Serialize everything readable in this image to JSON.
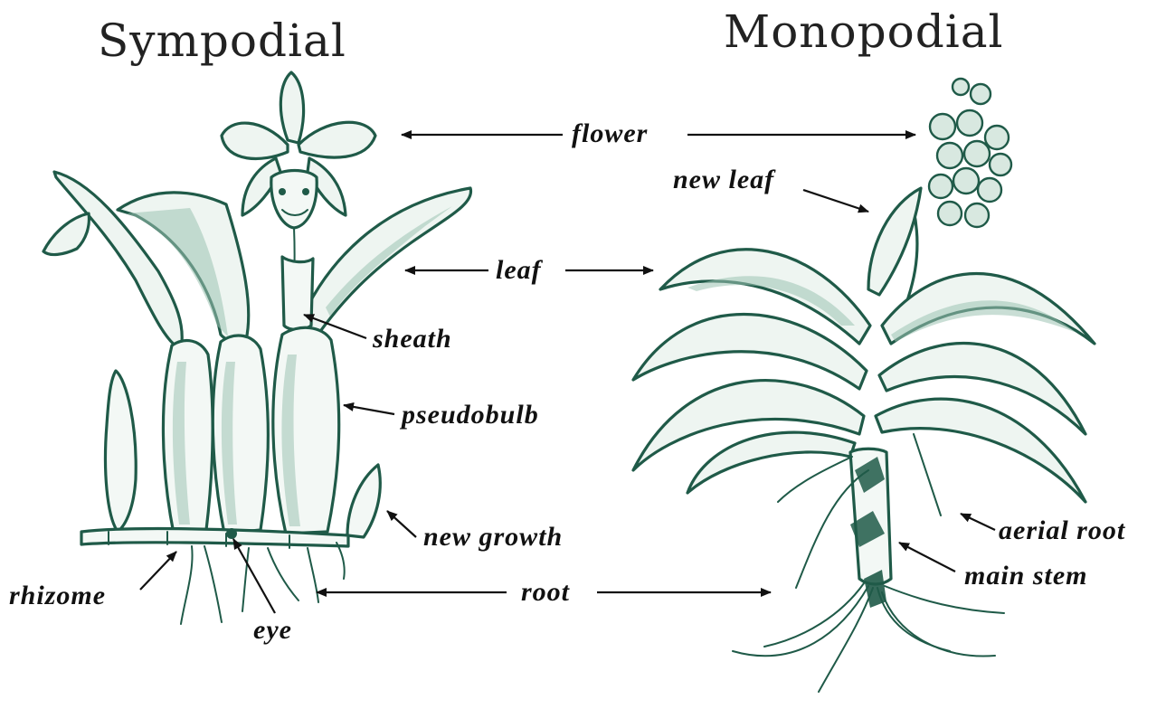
{
  "titles": {
    "left": "Sympodial",
    "right": "Monopodial"
  },
  "labels": {
    "flower": "flower",
    "new_leaf": "new leaf",
    "leaf": "leaf",
    "sheath": "sheath",
    "pseudobulb": "pseudobulb",
    "new_growth": "new growth",
    "aerial_root": "aerial root",
    "main_stem": "main stem",
    "rhizome": "rhizome",
    "root": "root",
    "eye": "eye"
  },
  "colors": {
    "ink": "#1f5a48",
    "label": "#111111",
    "background": "#ffffff"
  }
}
